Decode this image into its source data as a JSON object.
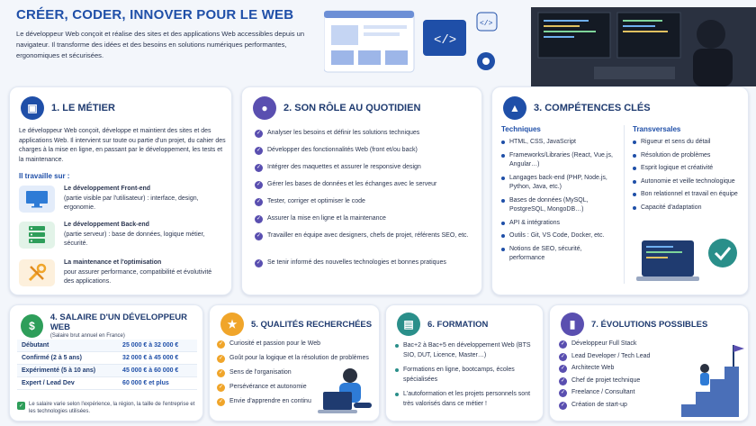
{
  "header": {
    "title": "CRÉER, CODER, INNOVER POUR LE WEB",
    "intro": "Le développeur Web conçoit et réalise des sites et des applications Web accessibles depuis un navigateur. Il transforme des idées et des besoins en solutions numériques performantes, ergonomiques et sécurisées."
  },
  "metier": {
    "number_title": "1. LE MÉTIER",
    "desc": "Le développeur Web conçoit, développe et maintient des sites et des applications Web. Il intervient sur toute ou partie d'un projet, du cahier des charges à la mise en ligne, en passant par le développement, les tests et la maintenance.",
    "works_on": "Il travaille sur :",
    "items": [
      {
        "title": "Le développement Front-end",
        "desc": "(partie visible par l'utilisateur) : interface, design, ergonomie."
      },
      {
        "title": "Le développement Back-end",
        "desc": "(partie serveur) : base de données, logique métier, sécurité."
      },
      {
        "title": "La maintenance et l'optimisation",
        "desc": "pour assurer performance, compatibilité et évolutivité des applications."
      }
    ]
  },
  "role": {
    "number_title": "2. SON RÔLE AU QUOTIDIEN",
    "items": [
      "Analyser les besoins et définir les solutions techniques",
      "Développer des fonctionnalités Web (front et/ou back)",
      "Intégrer des maquettes et assurer le responsive design",
      "Gérer les bases de données et les échanges avec le serveur",
      "Tester, corriger et optimiser le code",
      "Assurer la mise en ligne et la maintenance",
      "Travailler en équipe avec designers, chefs de projet, référents SEO, etc.",
      "Se tenir informé des nouvelles technologies et bonnes pratiques"
    ]
  },
  "competences": {
    "number_title": "3. COMPÉTENCES CLÉS",
    "tech_title": "Techniques",
    "tech": [
      "HTML, CSS, JavaScript",
      "Frameworks/Libraries (React, Vue.js, Angular…)",
      "Langages back-end (PHP, Node.js, Python, Java, etc.)",
      "Bases de données (MySQL, PostgreSQL, MongoDB…)",
      "API & intégrations",
      "Outils : Git, VS Code, Docker, etc.",
      "Notions de SEO, sécurité, performance"
    ],
    "trans_title": "Transversales",
    "trans": [
      "Rigueur et sens du détail",
      "Résolution de problèmes",
      "Esprit logique et créativité",
      "Autonomie et veille technologique",
      "Bon relationnel et travail en équipe",
      "Capacité d'adaptation"
    ]
  },
  "salaire": {
    "number_title": "4. SALAIRE D'UN DÉVELOPPEUR WEB",
    "subtitle": "(Salaire brut annuel en France)",
    "rows": [
      {
        "level": "Débutant",
        "range": "25 000 € à 32 000 €"
      },
      {
        "level": "Confirmé (2 à 5 ans)",
        "range": "32 000 € à 45 000 €"
      },
      {
        "level": "Expérimenté (5 à 10 ans)",
        "range": "45 000 € à 60 000 €"
      },
      {
        "level": "Expert / Lead Dev",
        "range": "60 000 € et plus"
      }
    ],
    "note": "Le salaire varie selon l'expérience, la région, la taille de l'entreprise et les technologies utilisées."
  },
  "qualites": {
    "number_title": "5. QUALITÉS RECHERCHÉES",
    "items": [
      "Curiosité et passion pour le Web",
      "Goût pour la logique et la résolution de problèmes",
      "Sens de l'organisation",
      "Persévérance et autonomie",
      "Envie d'apprendre en continu"
    ]
  },
  "formation": {
    "number_title": "6. FORMATION",
    "items": [
      "Bac+2 à Bac+5 en développement Web (BTS SIO, DUT, Licence, Master…)",
      "Formations en ligne, bootcamps, écoles spécialisées",
      "L'autoformation et les projets personnels sont très valorisés dans ce métier !"
    ]
  },
  "evolutions": {
    "number_title": "7. ÉVOLUTIONS POSSIBLES",
    "items": [
      "Développeur Full Stack",
      "Lead Developer / Tech Lead",
      "Architecte Web",
      "Chef de projet technique",
      "Freelance / Consultant",
      "Création de start-up"
    ]
  },
  "colors": {
    "blue": "#1f4fa8",
    "purple": "#5a4fb0",
    "green": "#2e9e5a",
    "orange": "#f0a52a",
    "teal": "#2a8f8a"
  }
}
